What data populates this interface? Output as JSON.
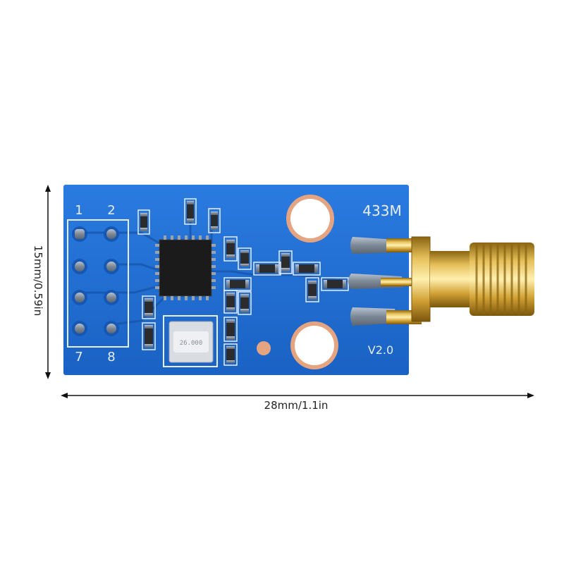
{
  "dimensions": {
    "height_label": "15mm/0.59in",
    "width_label": "28mm/1.1in"
  },
  "board": {
    "frequency_label": "433M",
    "version_label": "V2.0",
    "pin_labels": [
      "1",
      "2",
      "7",
      "8"
    ],
    "crystal_marking": "26.000"
  },
  "colors": {
    "pcb": "#1e6fd4",
    "pcb_dark": "#1457b0",
    "silkscreen": "#e8eef7",
    "gold": "#d9a93a",
    "pad_tin": "#8f9aa8",
    "dimension_line": "#111111"
  }
}
